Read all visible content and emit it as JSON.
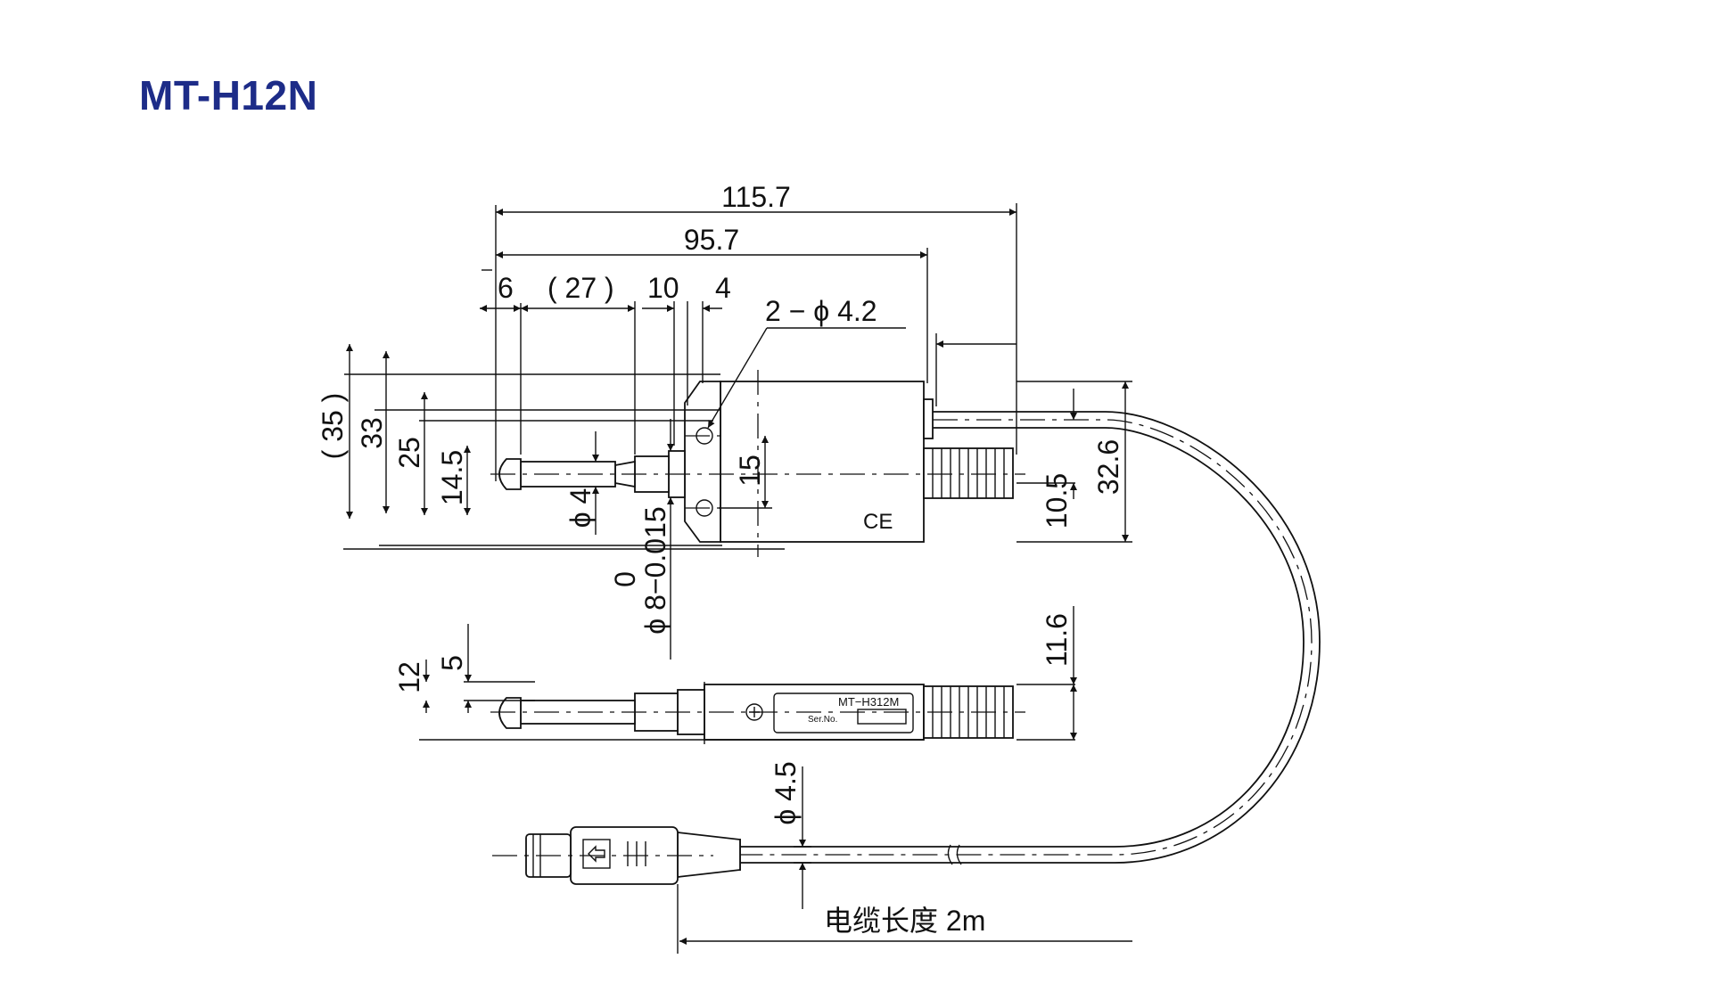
{
  "title": "MT-H12N",
  "dimensions": {
    "overall_length": "115.7",
    "body_length": "95.7",
    "d6": "6",
    "d27": "( 27 )",
    "d10": "10",
    "d4": "4",
    "holes": "2 − ϕ 4.2",
    "d35": "( 35 )",
    "d33": "33",
    "d25": "25",
    "d14_5": "14.5",
    "phi4": "ϕ 4",
    "d15": "15",
    "tol_upper": "0",
    "phi8": "ϕ 8−0.015",
    "d10_5": "10.5",
    "d32_6": "32.6",
    "d11_6": "11.6",
    "d5": "5",
    "d12": "12",
    "phi4_5": "ϕ 4.5",
    "cable_length": "电缆长度 2m"
  },
  "labels": {
    "ce_mark": "CE",
    "model_plate": "MT−H312M",
    "serial": "Ser.No."
  }
}
